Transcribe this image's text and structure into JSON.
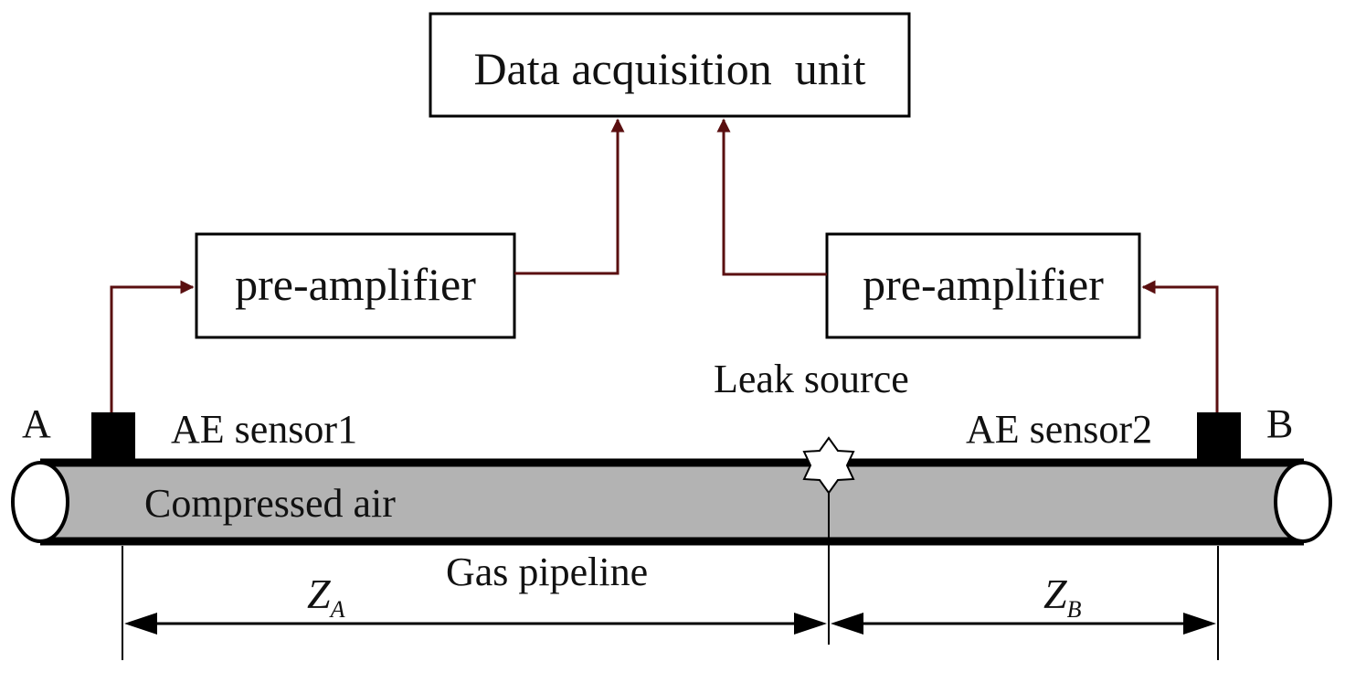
{
  "diagram": {
    "daq_unit": "Data acquisition  unit",
    "preamp_left": "pre-amplifier",
    "preamp_right": "pre-amplifier",
    "leak_source": "Leak source",
    "end_a": "A",
    "end_b": "B",
    "sensor1": "AE sensor1",
    "sensor2": "AE sensor2",
    "medium": "Compressed air",
    "pipeline": "Gas pipeline",
    "dist_a_main": "Z",
    "dist_a_sub": "A",
    "dist_b_main": "Z",
    "dist_b_sub": "B"
  },
  "colors": {
    "signal_line": "#5a0f10",
    "pipe_fill": "#b3b3b3",
    "outline": "#000000",
    "text": "#111111"
  }
}
